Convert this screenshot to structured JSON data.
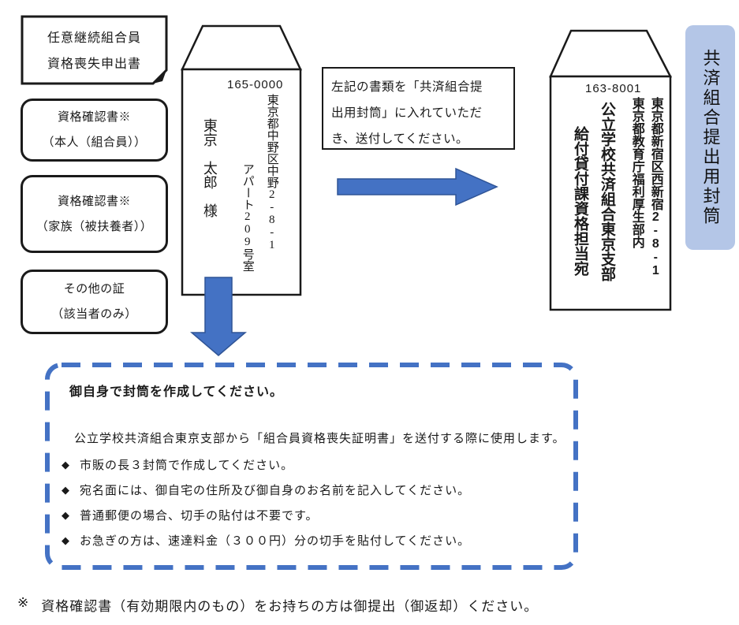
{
  "palette": {
    "arrow_blue": "#4472C4",
    "arrow_border": "#2F5496",
    "label_bg": "#B4C6E7",
    "line_black": "#1a1a1a"
  },
  "left_column": {
    "note_box": {
      "lines": [
        "任意継続組合員",
        "資格喪失申出書"
      ]
    },
    "rounded_boxes": [
      {
        "lines": [
          "資格確認書※",
          "（本人（組合員））"
        ]
      },
      {
        "lines": [
          "資格確認書※",
          "（家族（被扶養者））"
        ]
      },
      {
        "lines": [
          "その他の証",
          "（該当者のみ）"
        ]
      }
    ]
  },
  "home_envelope": {
    "postal": "165-0000",
    "address1": "東京都中野区中野2-8-1",
    "address2": "アパート209号室",
    "recipient": "東京　太郎　様"
  },
  "instruction_box": {
    "lines": [
      "左記の書類を「共済組合提",
      "出用封筒」に入れていただ",
      "き、送付してください。"
    ]
  },
  "submit_envelope": {
    "postal": "163-8001",
    "address1": "東京都新宿区西新宿2-8-1",
    "address2": "東京都教育庁福利厚生部内",
    "address3": "公立学校共済組合東京支部",
    "address4": "給付貸付課資格担当宛"
  },
  "side_label": {
    "text": "共済組合提出用封筒"
  },
  "notice_box": {
    "title": "御自身で封筒を作成してください。",
    "intro": "公立学校共済組合東京支部から「組合員資格喪失証明書」を送付する際に使用します。",
    "bullet_glyph": "◆",
    "bullets": [
      "市販の長３封筒で作成してください。",
      "宛名面には、御自宅の住所及び御自身のお名前を記入してください。",
      "普通郵便の場合、切手の貼付は不要です。",
      "お急ぎの方は、速達料金（３００円）分の切手を貼付してください。"
    ]
  },
  "footnote": {
    "marker": "※",
    "text": "資格確認書（有効期限内のもの）をお持ちの方は御提出（御返却）ください。"
  }
}
